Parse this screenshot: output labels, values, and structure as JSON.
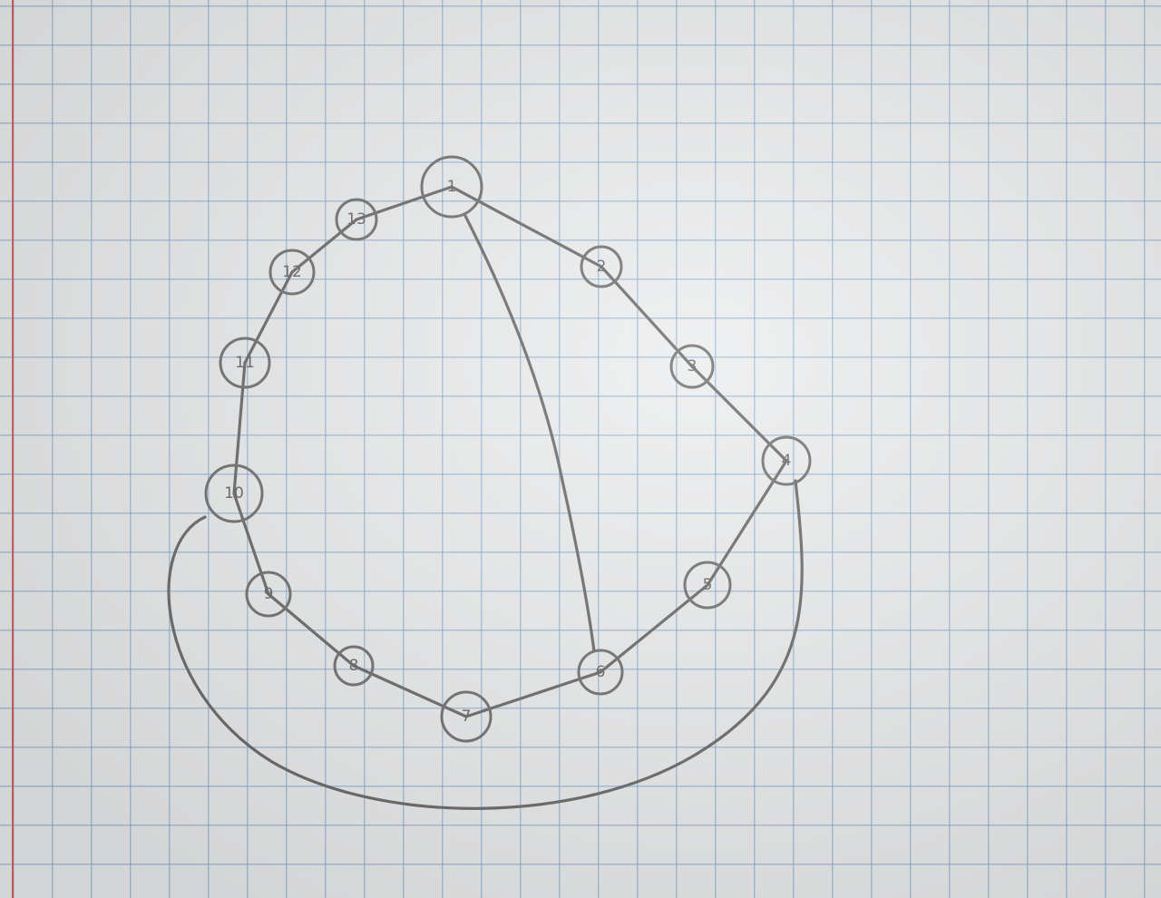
{
  "graph": {
    "nodes": [
      {
        "id": "1",
        "label": "1"
      },
      {
        "id": "2",
        "label": "2"
      },
      {
        "id": "3",
        "label": "3"
      },
      {
        "id": "4",
        "label": "4"
      },
      {
        "id": "5",
        "label": "5"
      },
      {
        "id": "6",
        "label": "6"
      },
      {
        "id": "7",
        "label": "7"
      },
      {
        "id": "8",
        "label": "8"
      },
      {
        "id": "9",
        "label": "9"
      },
      {
        "id": "10",
        "label": "10"
      },
      {
        "id": "11",
        "label": "11"
      },
      {
        "id": "12",
        "label": "12"
      },
      {
        "id": "13",
        "label": "13"
      }
    ],
    "edges": [
      {
        "from": "1",
        "to": "2"
      },
      {
        "from": "2",
        "to": "3"
      },
      {
        "from": "3",
        "to": "4"
      },
      {
        "from": "4",
        "to": "5"
      },
      {
        "from": "5",
        "to": "6"
      },
      {
        "from": "6",
        "to": "7"
      },
      {
        "from": "7",
        "to": "8"
      },
      {
        "from": "8",
        "to": "9"
      },
      {
        "from": "9",
        "to": "10"
      },
      {
        "from": "10",
        "to": "11"
      },
      {
        "from": "11",
        "to": "12"
      },
      {
        "from": "12",
        "to": "13"
      },
      {
        "from": "13",
        "to": "1"
      },
      {
        "from": "1",
        "to": "6"
      },
      {
        "from": "10",
        "to": "4"
      }
    ]
  },
  "colors": {
    "ink": "#6a6a6a",
    "grid": "#78a0c8",
    "paper": "#ecedee",
    "margin": "#d9605f"
  }
}
